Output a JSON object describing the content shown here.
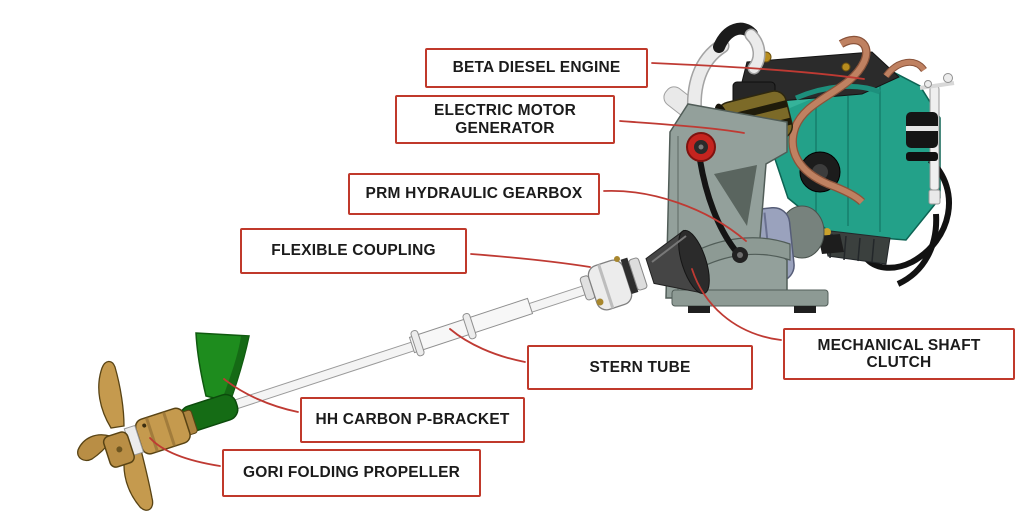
{
  "diagram": {
    "title": "Hybrid marine propulsion system component diagram",
    "labels": [
      {
        "id": "beta-diesel-engine",
        "text": "BETA DIESEL ENGINE"
      },
      {
        "id": "electric-motor-generator",
        "text": "ELECTRIC MOTOR GENERATOR"
      },
      {
        "id": "prm-hydraulic-gearbox",
        "text": "PRM HYDRAULIC GEARBOX"
      },
      {
        "id": "flexible-coupling",
        "text": "FLEXIBLE COUPLING"
      },
      {
        "id": "mechanical-shaft-clutch",
        "text": "MECHANICAL SHAFT CLUTCH"
      },
      {
        "id": "stern-tube",
        "text": "STERN TUBE"
      },
      {
        "id": "hh-carbon-p-bracket",
        "text": "HH CARBON P-BRACKET"
      },
      {
        "id": "gori-folding-propeller",
        "text": "GORI FOLDING PROPELLER"
      }
    ],
    "colors": {
      "label_border_red": "#c0392b",
      "leader_line_red": "#bf3a33",
      "engine_teal": "#23a189",
      "bracket_green": "#1e8c1e",
      "propeller_bronze": "#c59a4e",
      "gearbox_blue_gray": "#9aa2bd",
      "frame_gray": "#93a09b",
      "copper_pipe": "#bf8161",
      "pulley_red": "#c5241f",
      "motor_gold": "#7c6a28"
    }
  }
}
